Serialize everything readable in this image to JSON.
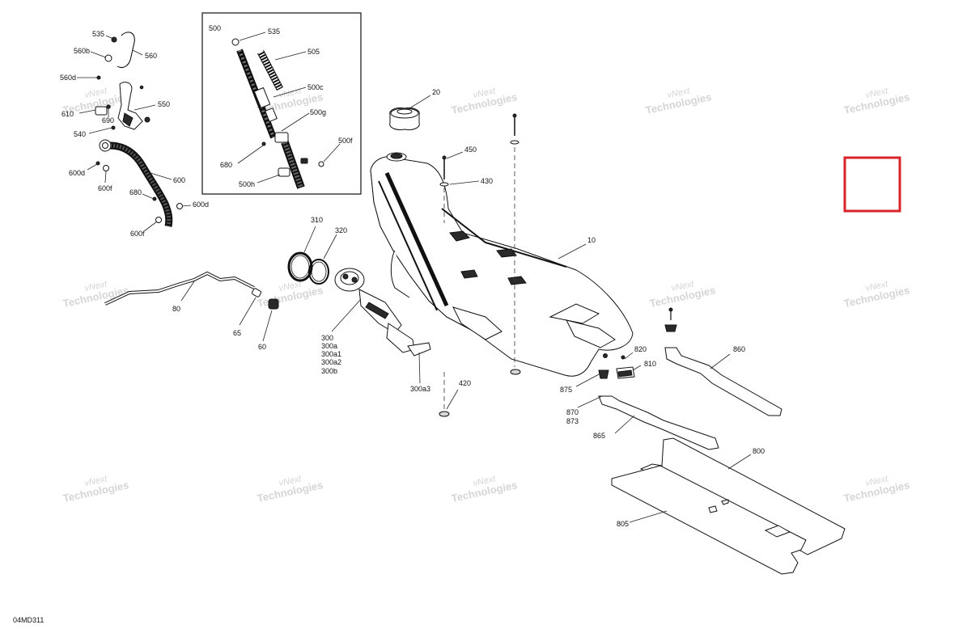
{
  "drawing_code": "04MD311",
  "inset": {
    "title": "500"
  },
  "watermark": {
    "line1": "vNext",
    "line2": "Technologies",
    "combined": "vNext Technologies"
  },
  "highlight_box": {
    "color": "#d9232a"
  },
  "labels": {
    "l535a": "535",
    "l560b": "560b",
    "l560": "560",
    "l560d": "560d",
    "l610": "610",
    "l690": "690",
    "l550": "550",
    "l540": "540",
    "l600d_top": "600d",
    "l600f_top": "600f",
    "l600": "600",
    "l680a": "680",
    "l600d_bot": "600d",
    "l600f_bot": "600f",
    "l535b": "535",
    "l505": "505",
    "l500c": "500c",
    "l500g": "500g",
    "l680b": "680",
    "l500f": "500f",
    "l500h": "500h",
    "l20": "20",
    "l450": "450",
    "l430": "430",
    "l10": "10",
    "l310": "310",
    "l320": "320",
    "l80": "80",
    "l65": "65",
    "l60": "60",
    "l300": "300",
    "l300a": "300a",
    "l300a1": "300a1",
    "l300a2": "300a2",
    "l300b": "300b",
    "l300a3": "300a3",
    "l420": "420",
    "l860": "860",
    "l820": "820",
    "l810": "810",
    "l875": "875",
    "l870": "870",
    "l873": "873",
    "l865": "865",
    "l800": "800",
    "l805": "805"
  }
}
